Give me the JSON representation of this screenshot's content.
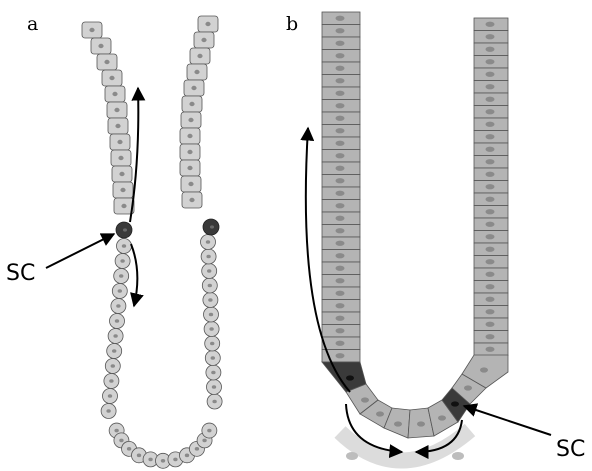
{
  "panels": [
    {
      "letter": "a",
      "stem_cell_label": "SC"
    },
    {
      "letter": "b",
      "stem_cell_label": "SC"
    }
  ],
  "colors": {
    "background": "#ffffff",
    "cell_fill_a": "#d2d2d2",
    "cell_fill_b": "#b4b4b4",
    "cell_stroke": "#555555",
    "nucleus": "#8a8a8a",
    "stem_cell": "#3a3a3a",
    "arrow": "#000000",
    "halo": "#d9d9d9"
  }
}
